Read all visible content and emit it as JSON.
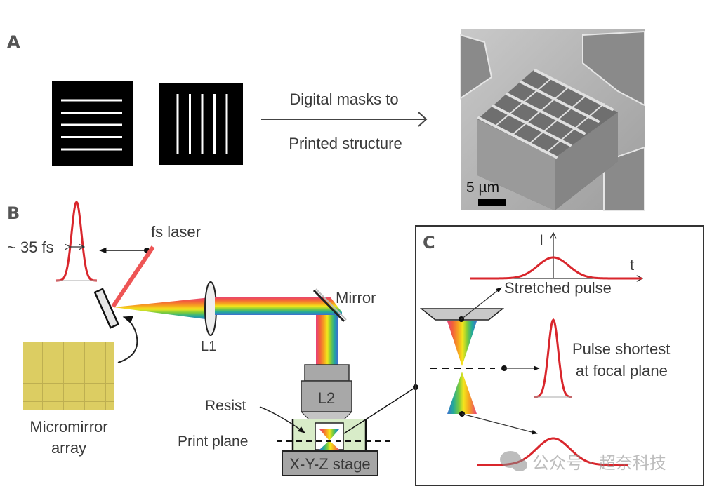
{
  "panels": {
    "a": "A",
    "b": "B",
    "c": "C"
  },
  "panel_a": {
    "mask_horizontal_lines": 5,
    "mask_vertical_lines": 5,
    "arrow_label_top": "Digital masks to",
    "arrow_label_bottom": "Printed structure",
    "sem_scale_label": "5 µm"
  },
  "panel_b": {
    "pulse_width_label": "~ 35 fs",
    "laser_label": "fs laser",
    "lens1_label": "L1",
    "mirror_label": "Mirror",
    "lens2_label": "L2",
    "resist_label": "Resist",
    "print_plane_label": "Print plane",
    "stage_label": "X-Y-Z stage",
    "micromirror_label_line1": "Micromirror",
    "micromirror_label_line2": "array"
  },
  "panel_c": {
    "axis_y_label": "I",
    "axis_x_label": "t",
    "stretched_label": "Stretched pulse",
    "focal_label_line1": "Pulse shortest",
    "focal_label_line2": "at focal plane"
  },
  "watermark": "公众号 · 超奈科技",
  "colors": {
    "pulse_red": "#d9262c",
    "laser_beam": "#ee5555",
    "micromirror_yellow": "#d9c95a",
    "resist_green": "#d8ecc8",
    "objective_gray": "#a8a8a8",
    "stage_gray": "#a5a5a5"
  }
}
